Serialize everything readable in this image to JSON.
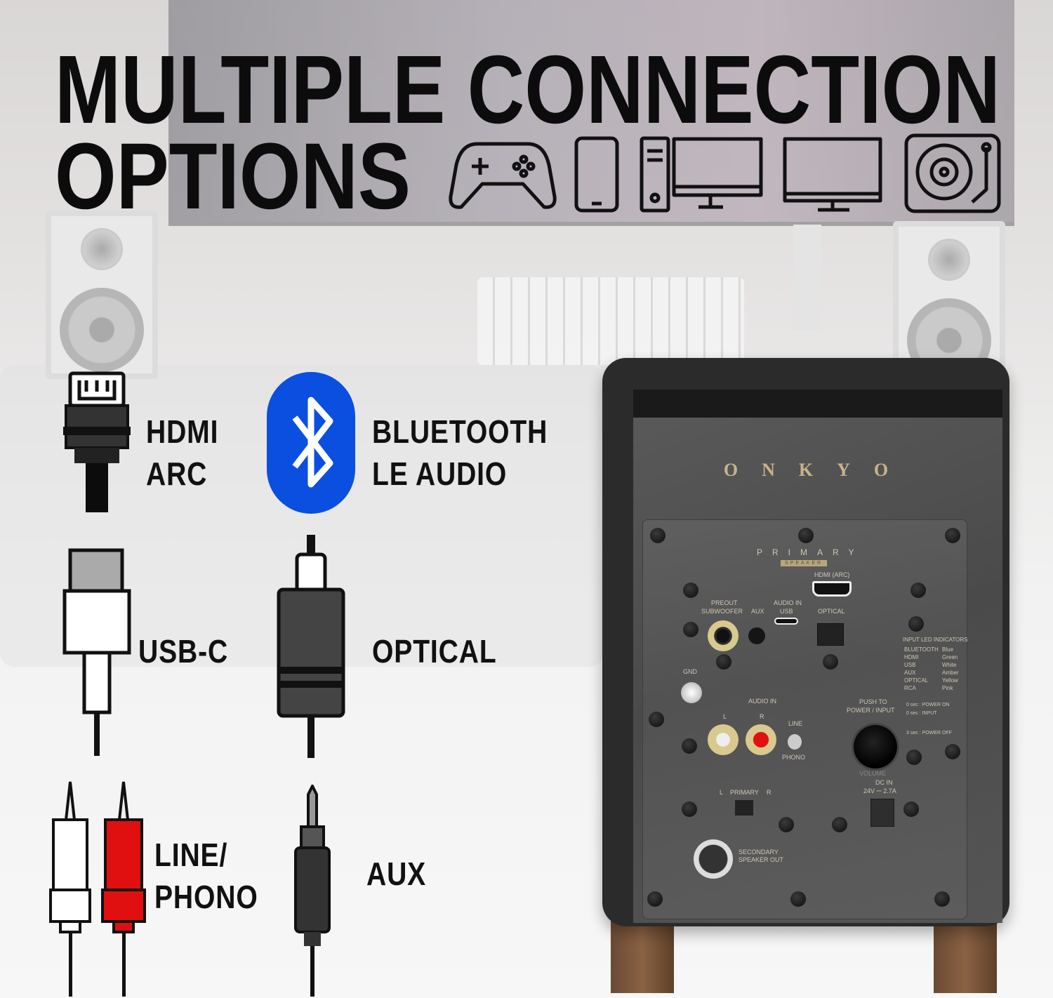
{
  "headline": {
    "line1": "MULTIPLE CONNECTION",
    "line2": "OPTIONS"
  },
  "device_icons": [
    "gamepad-icon",
    "smartphone-icon",
    "desktop-pc-icon",
    "monitor-icon",
    "turntable-icon"
  ],
  "connections": [
    {
      "icon": "hdmi-plug-icon",
      "line1": "HDMI",
      "line2": "ARC"
    },
    {
      "icon": "bluetooth-icon",
      "line1": "BLUETOOTH",
      "line2": "LE AUDIO"
    },
    {
      "icon": "usb-c-plug-icon",
      "line1": "USB-C"
    },
    {
      "icon": "optical-plug-icon",
      "line1": "OPTICAL"
    },
    {
      "icon": "rca-plugs-icon",
      "line1": "LINE/",
      "line2": "PHONO"
    },
    {
      "icon": "aux-jack-icon",
      "line1": "AUX"
    }
  ],
  "colors": {
    "bluetooth": "#0a4fe0",
    "rca_right": "#e01010",
    "brand_gold": "#c8b48a"
  },
  "speaker": {
    "brand": "ONKYO",
    "primary": "PRIMARY",
    "speaker_tag": "SPEAKER",
    "hdmi": "HDMI (ARC)",
    "preout": "PREOUT",
    "audio_in_top": "AUDIO IN",
    "subwoofer": "SUBWOOFER",
    "aux": "AUX",
    "usb": "USB",
    "optical": "OPTICAL",
    "gnd": "GND",
    "audio_in": "AUDIO IN",
    "l": "L",
    "r": "R",
    "line": "LINE",
    "phono": "PHONO",
    "led_title": "INPUT LED INDICATORS",
    "leds": [
      [
        "BLUETOOTH",
        "Blue"
      ],
      [
        "HDMI",
        "Green"
      ],
      [
        "USB",
        "White"
      ],
      [
        "AUX",
        "Amber"
      ],
      [
        "OPTICAL",
        "Yellow"
      ],
      [
        "RCA",
        "Pink"
      ]
    ],
    "push_to": "PUSH TO",
    "power_input": "POWER / INPUT",
    "power_on": "0 sec : POWER ON",
    "input": "0 sec : INPUT",
    "power_off": "3 sec : POWER OFF",
    "volume": "VOLUME",
    "dc_in": "DC IN",
    "dc_spec": "24V ⎓ 2.7A",
    "sel_l": "L",
    "sel_primary": "PRIMARY",
    "sel_r": "R",
    "secondary1": "SECONDARY",
    "secondary2": "SPEAKER OUT"
  }
}
